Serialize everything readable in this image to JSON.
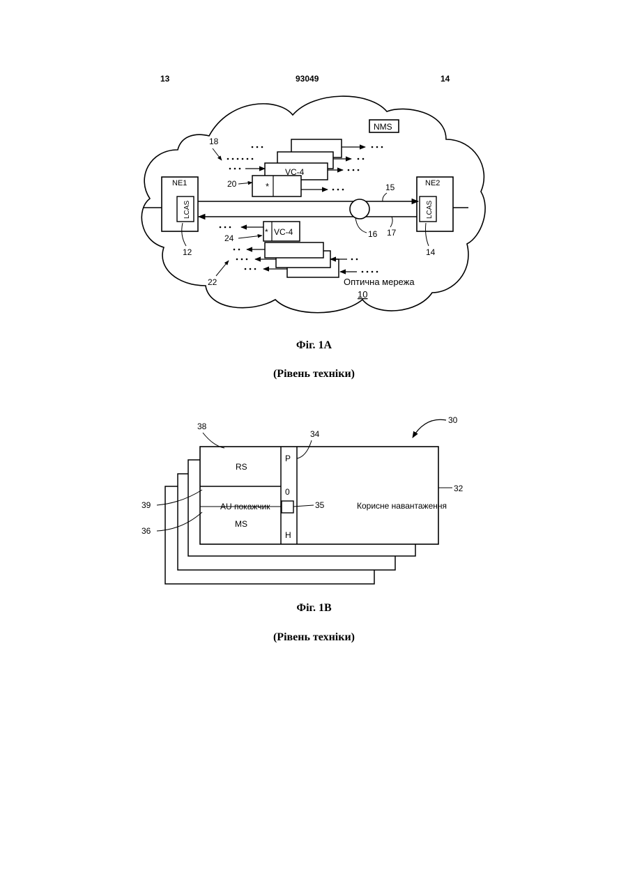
{
  "header": {
    "left": "13",
    "center": "93049",
    "right": "14"
  },
  "fig1a": {
    "nms": "NMS",
    "ne1": "NE1",
    "ne2": "NE2",
    "lcas": "LCAS",
    "vc4": "VC-4",
    "star": "*",
    "ref_18": "18",
    "ref_20": "20",
    "ref_15": "15",
    "ref_16": "16",
    "ref_17": "17",
    "ref_12": "12",
    "ref_14": "14",
    "ref_24": "24",
    "ref_22": "22",
    "network_label": "Оптична мережа",
    "network_ref": "10",
    "caption": "Фіг. 1А",
    "subcaption": "(Рівень техніки)"
  },
  "fig1b": {
    "ref_30": "30",
    "ref_38": "38",
    "ref_34": "34",
    "ref_32": "32",
    "ref_39": "39",
    "ref_35": "35",
    "ref_36": "36",
    "rs": "RS",
    "au_pointer": "AU покажчик",
    "ms": "MS",
    "poh_p": "P",
    "poh_o": "0",
    "poh_h": "H",
    "payload": "Корисне навантаження",
    "caption": "Фіг. 1В",
    "subcaption": "(Рівень техніки)"
  }
}
